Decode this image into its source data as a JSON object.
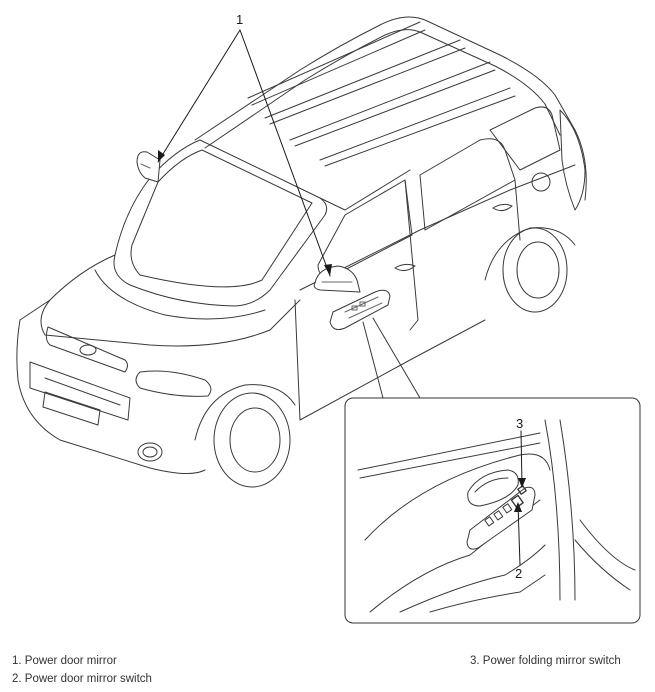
{
  "callouts": {
    "mirror": "1",
    "folding_switch": "3",
    "mirror_switch": "2"
  },
  "legend": [
    {
      "text": "1. Power door mirror"
    },
    {
      "text": "2. Power door mirror switch"
    },
    {
      "text": "3. Power folding mirror switch"
    }
  ]
}
